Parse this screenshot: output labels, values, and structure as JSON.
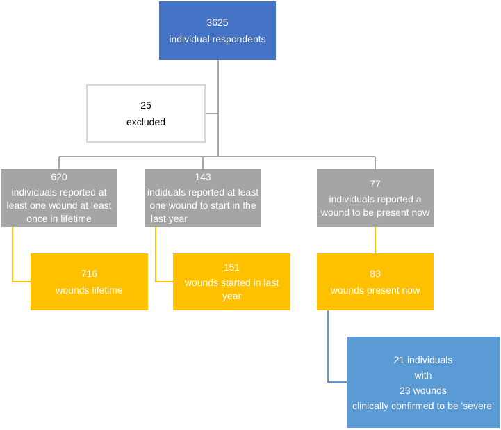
{
  "colors": {
    "primary": "#4472c4",
    "secondary": "#5b9bd5",
    "category": "#a5a5a5",
    "wounds": "#ffc000",
    "connector_grey": "#a5a5a5"
  },
  "nodes": {
    "respondents": {
      "count": "3625",
      "label": "individual respondents"
    },
    "excluded": {
      "count": "25",
      "label": "excluded"
    },
    "lifetime_individuals": {
      "count": "620",
      "line1": "individuals reported at",
      "line2": "least one wound at least",
      "line3": "once in lifetime"
    },
    "last_year_individuals": {
      "count": "143",
      "line1": "indiduals reported at least",
      "line2": "one wound to start in the",
      "line3": "last year"
    },
    "present_individuals": {
      "count": "77",
      "line1": "individuals reported a",
      "line2": "wound to be present now"
    },
    "lifetime_wounds": {
      "count": "716",
      "label": "wounds lifetime"
    },
    "last_year_wounds": {
      "count": "151",
      "line1": "wounds started in last",
      "line2": "year"
    },
    "present_wounds": {
      "count": "83",
      "label": "wounds present now"
    },
    "severe": {
      "line1": "21 individuals",
      "line2": "with",
      "line3": "23 wounds",
      "line4": "clinically confirmed to be 'severe'"
    }
  }
}
